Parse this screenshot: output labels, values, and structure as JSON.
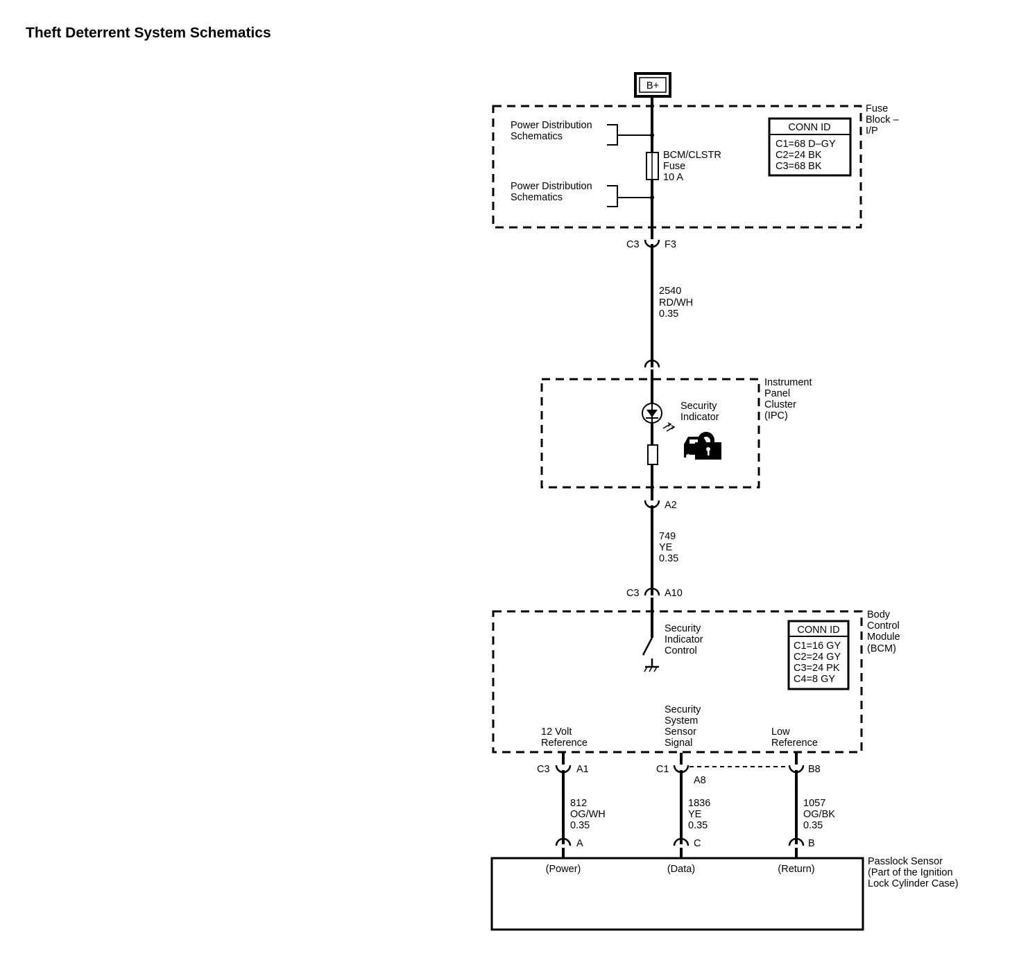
{
  "title": "Theft Deterrent System Schematics",
  "b_plus": "B+",
  "fuse_block": {
    "name": [
      "Fuse",
      "Block –",
      "I/P"
    ],
    "conn_id": {
      "header": "CONN ID",
      "lines": [
        "C1=68 D–GY",
        "C2=24 BK",
        "C3=68 BK"
      ]
    },
    "power_dist_1": [
      "Power Distribution",
      "Schematics"
    ],
    "power_dist_2": [
      "Power Distribution",
      "Schematics"
    ],
    "fuse": [
      "BCM/CLSTR",
      "Fuse",
      "10 A"
    ]
  },
  "conn_c3_f3": {
    "connector": "C3",
    "pin": "F3"
  },
  "wire_2540": [
    "2540",
    "RD/WH",
    "0.35"
  ],
  "ipc": {
    "name": [
      "Instrument",
      "Panel",
      "Cluster",
      "(IPC)"
    ],
    "indicator": [
      "Security",
      "Indicator"
    ]
  },
  "conn_a2": {
    "pin": "A2"
  },
  "wire_749": [
    "749",
    "YE",
    "0.35"
  ],
  "conn_c3_a10": {
    "connector": "C3",
    "pin": "A10"
  },
  "bcm": {
    "name": [
      "Body",
      "Control",
      "Module",
      "(BCM)"
    ],
    "conn_id": {
      "header": "CONN ID",
      "lines": [
        "C1=16 GY",
        "C2=24 GY",
        "C3=24 PK",
        "C4=8 GY"
      ]
    },
    "control": [
      "Security",
      "Indicator",
      "Control"
    ],
    "ref12v": [
      "12 Volt",
      "Reference"
    ],
    "sensor_signal": [
      "Security",
      "System",
      "Sensor",
      "Signal"
    ],
    "low_ref": [
      "Low",
      "Reference"
    ]
  },
  "bcm_pins": {
    "power": {
      "connector": "C3",
      "pin": "A1"
    },
    "data": {
      "connector": "C1",
      "pin": "A8"
    },
    "ret": {
      "pin": "B8"
    }
  },
  "wires_bottom": {
    "power": [
      "812",
      "OG/WH",
      "0.35"
    ],
    "data": [
      "1836",
      "YE",
      "0.35"
    ],
    "ret": [
      "1057",
      "OG/BK",
      "0.35"
    ]
  },
  "sensor_pins": {
    "power": "A",
    "data": "C",
    "ret": "B"
  },
  "passlock": {
    "name": [
      "Passlock Sensor",
      "(Part of the Ignition",
      "Lock Cylinder Case)"
    ],
    "power": "(Power)",
    "data": "(Data)",
    "ret": "(Return)"
  }
}
